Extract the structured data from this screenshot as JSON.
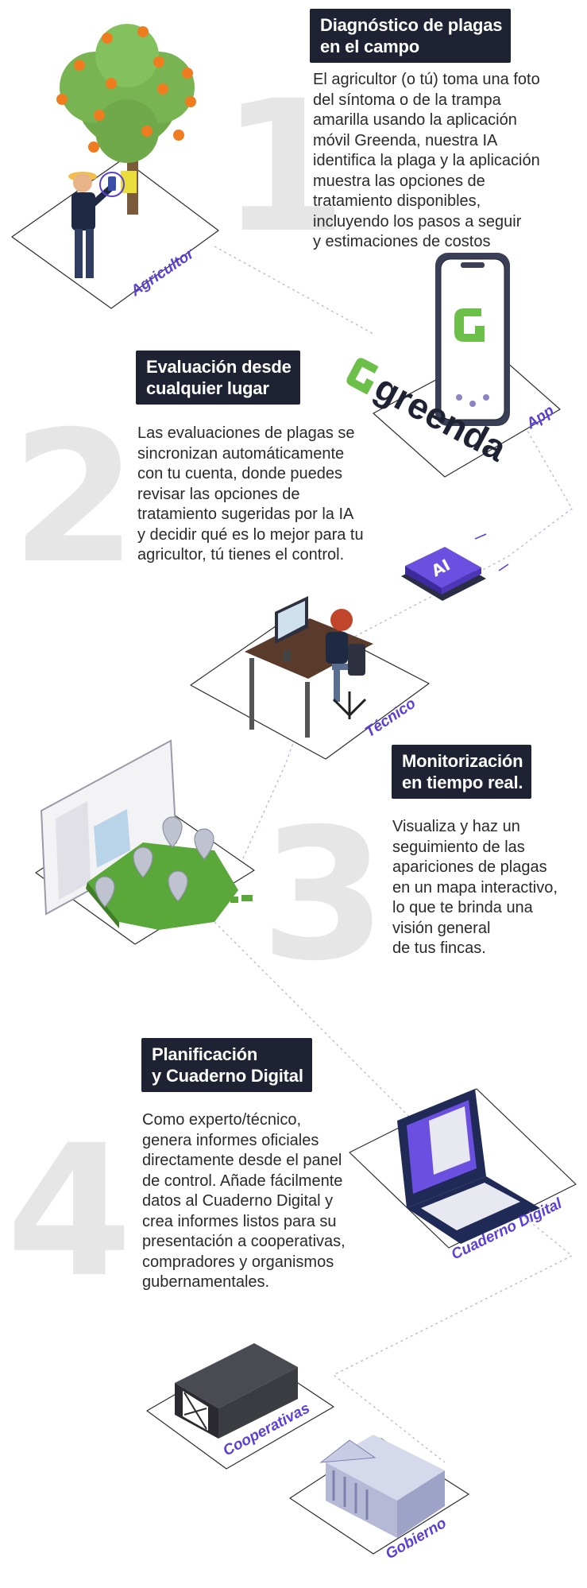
{
  "steps": [
    {
      "number": "1",
      "title_line1": "Diagnóstico de plagas",
      "title_line2": "en el campo",
      "body": [
        "El agricultor (o tú) toma una foto",
        "del síntoma o de la trampa",
        "amarilla usando la aplicación",
        "móvil Greenda, nuestra IA",
        "identifica la plaga y la aplicación",
        "muestra las opciones de",
        "tratamiento disponibles,",
        "incluyendo los pasos a seguir",
        "y estimaciones de costos"
      ]
    },
    {
      "number": "2",
      "title_line1": "Evaluación desde",
      "title_line2": "cualquier lugar",
      "body": [
        "Las evaluaciones de plagas se",
        "sincronizan automáticamente",
        "con tu cuenta, donde puedes",
        "revisar las opciones de",
        "tratamiento sugeridas por la IA",
        "y decidir qué es lo mejor para tu",
        "agricultor, tú tienes el control."
      ]
    },
    {
      "number": "3",
      "title_line1": "Monitorización",
      "title_line2": "en tiempo real.",
      "body": [
        "Visualiza y haz un",
        "seguimiento de las",
        "apariciones de plagas",
        "en un mapa interactivo,",
        "lo que te brinda una",
        "visión general",
        "de tus fincas."
      ]
    },
    {
      "number": "4",
      "title_line1": "Planificación",
      "title_line2": "y Cuaderno Digital",
      "body": [
        "Como experto/técnico,",
        "genera informes oficiales",
        "directamente desde el panel",
        "de control. Añade fácilmente",
        "datos al Cuaderno Digital y",
        "crea informes listos para su",
        "presentación a cooperativas,",
        "compradores y organismos",
        "gubernamentales."
      ]
    }
  ],
  "platform_labels": {
    "agricultor": "Agricultor",
    "app": "App",
    "tecnico": "Técnico",
    "cuaderno": "Cuaderno Digital",
    "cooperativas": "Cooperativas",
    "gobierno": "Gobierno"
  },
  "brand": {
    "logo_text": "greenda",
    "ai_chip_text": "AI",
    "accent_color": "#5b3fd6",
    "brand_green": "#6cc04a",
    "title_box_color": "#1f2233"
  }
}
